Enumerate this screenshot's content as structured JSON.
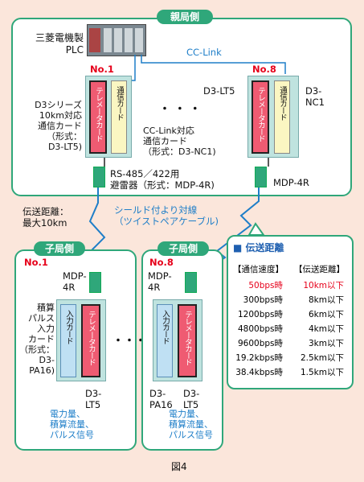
{
  "parent": {
    "header": "親局側",
    "plc_label": "三菱電機製\nPLC",
    "cc_link": "CC-Link",
    "no1": "No.1",
    "no8": "No.8",
    "d3lt5_label": "D3-LT5",
    "d3nc1_label": "D3-\nNC1",
    "d3series_desc": "D3シリーズ\n10km対応\n通信カード\n（形式：\nD3-LT5)",
    "cclink_desc": "CC-Link対応\n通信カード\n（形式：D3-NC1)",
    "dots": "・ ・ ・",
    "tele_card": "テレメータカード",
    "tsushin_card": "通信カード",
    "arrester_desc": "RS-485／422用\n避雷器（形式：MDP-4R)",
    "mdp_right": "MDP-4R"
  },
  "middle": {
    "distance_label": "伝送距離：\n最大10km",
    "cable_label": "シールド付より対線\n（ツイストペアケーブル)"
  },
  "child_left": {
    "header": "子局側",
    "no": "No.1",
    "mdp": "MDP-\n4R",
    "desc": "積算\nパルス\n入力\nカード\n（形式：\nD3-\nPA16)",
    "input_card": "入力カード",
    "tele_card": "テレメータカード",
    "d3lt5": "D3-\nLT5",
    "signals": "電力量、\n積算流量、\nパルス信号"
  },
  "child_dots": "・・・",
  "child_right": {
    "header": "子局側",
    "no": "No.8",
    "mdp": "MDP-\n4R",
    "input_card": "入力カード",
    "tele_card": "テレメータカード",
    "d3pa16": "D3-\nPA16",
    "d3lt5": "D3-\nLT5",
    "signals": "電力量、\n積算流量、\nパルス信号"
  },
  "dist_table": {
    "title": "■ 伝送距離",
    "head_speed": "【通信速度】",
    "head_dist": "【伝送距離】",
    "rows": [
      {
        "speed": "50bps時",
        "dist": "10km以下",
        "highlight": true
      },
      {
        "speed": "300bps時",
        "dist": "8km以下",
        "highlight": false
      },
      {
        "speed": "1200bps時",
        "dist": "6km以下",
        "highlight": false
      },
      {
        "speed": "4800bps時",
        "dist": "4km以下",
        "highlight": false
      },
      {
        "speed": "9600bps時",
        "dist": "3km以下",
        "highlight": false
      },
      {
        "speed": "19.2kbps時",
        "dist": "2.5km以下",
        "highlight": false
      },
      {
        "speed": "38.4kbps時",
        "dist": "1.5km以下",
        "highlight": false
      }
    ]
  },
  "figure_caption": "図4",
  "colors": {
    "panel_border": "#2fa77a",
    "tele": "#ef5b72",
    "link": "#1e7ec8",
    "red": "#e6001a"
  }
}
